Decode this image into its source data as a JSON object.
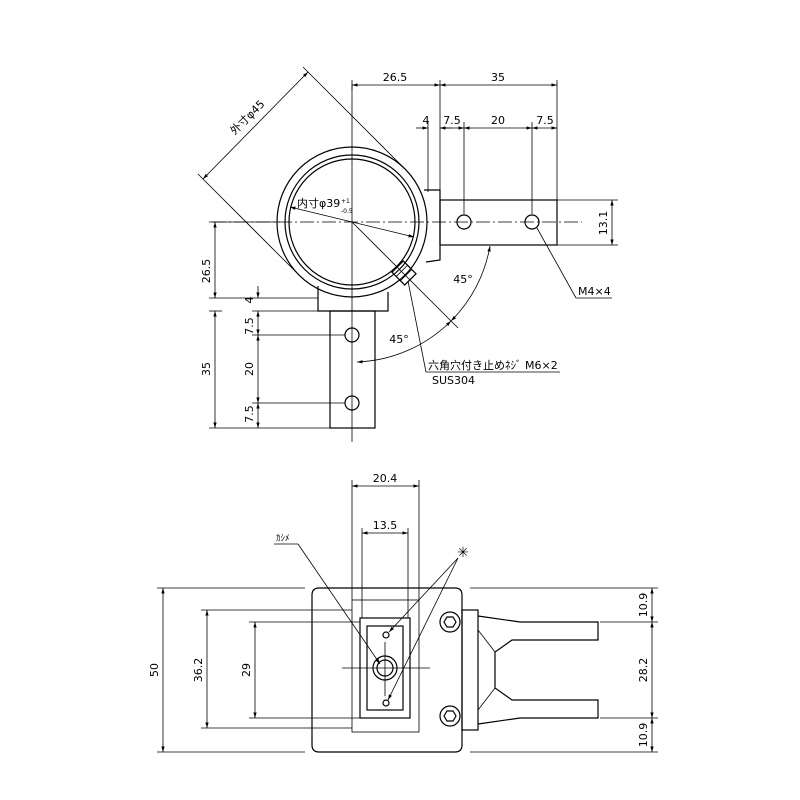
{
  "top_view": {
    "dim_26_5_h": "26.5",
    "dim_35_h": "35",
    "dim_4_h": "4",
    "dim_7_5_h_left": "7.5",
    "dim_20_h": "20",
    "dim_7_5_h_right": "7.5",
    "outer_diameter": "外寸φ45",
    "inner_diameter": "内寸φ39",
    "inner_tol_upper": "+1",
    "inner_tol_lower": "-0.5",
    "dim_13_1": "13.1",
    "angle_upper": "45°",
    "angle_lower": "45°",
    "hole_note": "M4×4",
    "screw_note": "六角穴付き止めﾈｼﾞ M6×2",
    "material_note": "SUS304",
    "dim_26_5_v": "26.5",
    "dim_35_v": "35",
    "dim_4_v": "4",
    "dim_7_5_v_top": "7.5",
    "dim_20_v": "20",
    "dim_7_5_v_bottom": "7.5"
  },
  "bottom_view": {
    "dim_20_4": "20.4",
    "dim_13_5": "13.5",
    "crimp_note": "ｶｼﾒ",
    "mark_symbol": "✳",
    "dim_50": "50",
    "dim_36_2": "36.2",
    "dim_29": "29",
    "dim_10_9_top": "10.9",
    "dim_28_2": "28.2",
    "dim_10_9_bottom": "10.9"
  }
}
